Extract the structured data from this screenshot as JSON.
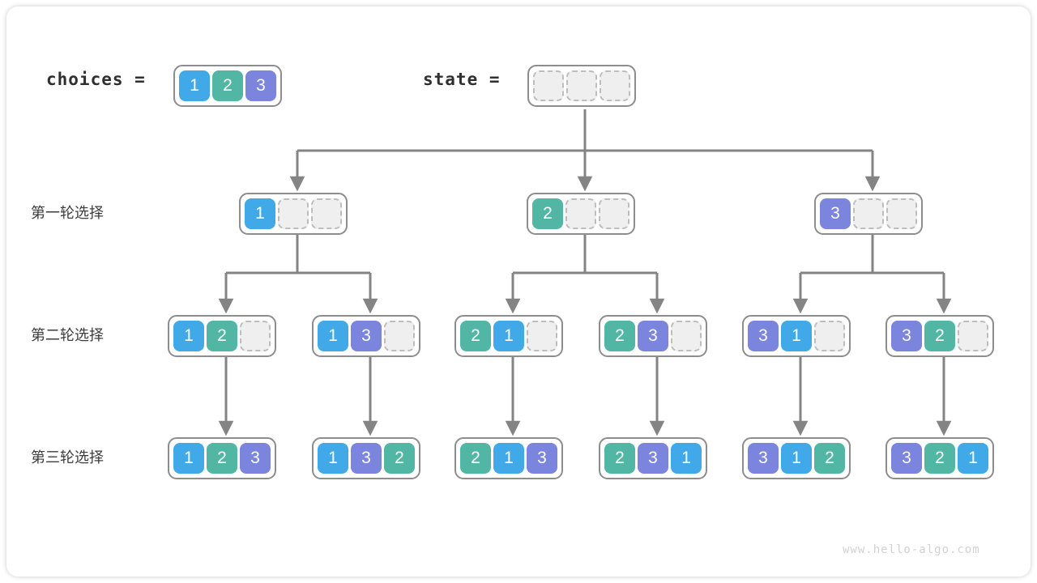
{
  "diagram": {
    "title_watermark": "www.hello-algo.com",
    "colors": {
      "value_1": "#41a9e8",
      "value_2": "#51b7a4",
      "value_3": "#7b85dd",
      "empty_fill": "#efefef",
      "empty_border": "#bdbdbd",
      "array_border": "#8d8d8d",
      "edge": "#848484",
      "text": "#3c3c3c"
    },
    "legend": {
      "choices_label": "choices =",
      "state_label": "state ="
    },
    "row_labels": [
      "第一轮选择",
      "第二轮选择",
      "第三轮选择"
    ],
    "root": {
      "choices": [
        "1",
        "2",
        "3"
      ],
      "state": [
        "",
        "",
        ""
      ]
    },
    "level1": [
      {
        "cells": [
          "1",
          "",
          ""
        ]
      },
      {
        "cells": [
          "2",
          "",
          ""
        ]
      },
      {
        "cells": [
          "3",
          "",
          ""
        ]
      }
    ],
    "level2": [
      {
        "cells": [
          "1",
          "2",
          ""
        ]
      },
      {
        "cells": [
          "1",
          "3",
          ""
        ]
      },
      {
        "cells": [
          "2",
          "1",
          ""
        ]
      },
      {
        "cells": [
          "2",
          "3",
          ""
        ]
      },
      {
        "cells": [
          "3",
          "1",
          ""
        ]
      },
      {
        "cells": [
          "3",
          "2",
          ""
        ]
      }
    ],
    "level3": [
      {
        "cells": [
          "1",
          "2",
          "3"
        ]
      },
      {
        "cells": [
          "1",
          "3",
          "2"
        ]
      },
      {
        "cells": [
          "2",
          "1",
          "3"
        ]
      },
      {
        "cells": [
          "2",
          "3",
          "1"
        ]
      },
      {
        "cells": [
          "3",
          "1",
          "2"
        ]
      },
      {
        "cells": [
          "3",
          "2",
          "1"
        ]
      }
    ]
  }
}
